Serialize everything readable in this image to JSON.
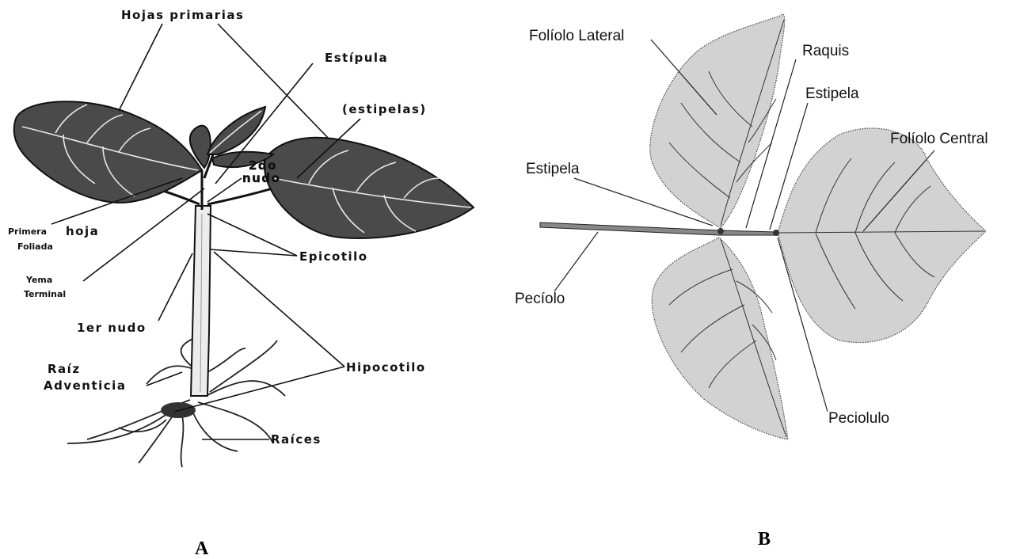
{
  "panel_a": {
    "caption": "A",
    "labels": {
      "hojas_primarias": "Hojas primarias",
      "estipula": "Estípula",
      "estipelas": "(estipelas)",
      "segundo_nudo_1": "2do",
      "segundo_nudo_2": "nudo",
      "primera_hoja_1": "Primera",
      "primera_hoja_2": "hoja",
      "primera_hoja_3": "Foliada",
      "yema_1": "Yema",
      "yema_2": "Terminal",
      "epicotilo": "Epicotilo",
      "primer_nudo": "1er nudo",
      "raiz_1": "Raíz",
      "raiz_2": "Adventicia",
      "hipocotilo": "Hipocotilo",
      "raices": "Raíces"
    }
  },
  "panel_b": {
    "caption": "B",
    "labels": {
      "foliolo_lateral": "Folíolo Lateral",
      "raquis": "Raquis",
      "estipela_top": "Estipela",
      "foliolo_central": "Folíolo Central",
      "estipela_left": "Estipela",
      "peciolo": "Pecíolo",
      "peciolulo": "Peciolulo"
    }
  }
}
